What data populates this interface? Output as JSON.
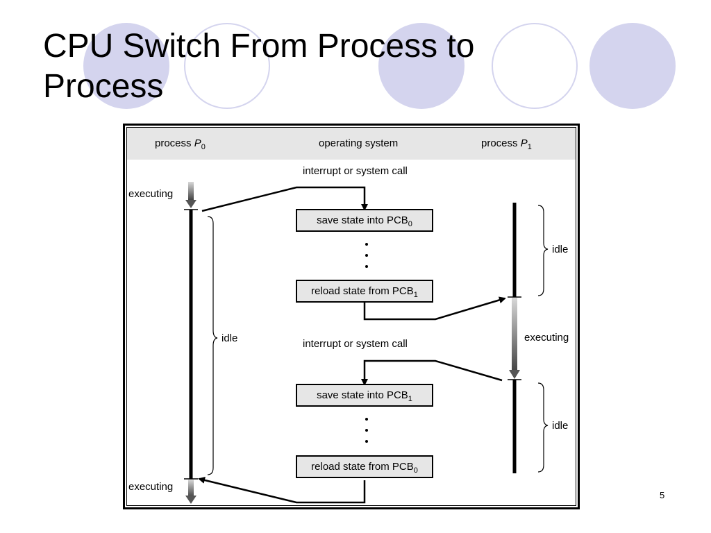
{
  "slide": {
    "title": "CPU Switch From Process to Process",
    "page_number": "5"
  },
  "diagram": {
    "columns": {
      "p0_prefix": "process ",
      "p0_name": "P",
      "p0_sub": "0",
      "os": "operating system",
      "p1_prefix": "process ",
      "p1_name": "P",
      "p1_sub": "1"
    },
    "interrupt_label_1": "interrupt or system call",
    "interrupt_label_2": "interrupt or system call",
    "executing_p0_top": "executing",
    "executing_p0_bottom": "executing",
    "executing_p1": "executing",
    "idle_p0": "idle",
    "idle_p1_top": "idle",
    "idle_p1_bottom": "idle",
    "boxes": [
      {
        "text": "save state into PCB",
        "sub": "0"
      },
      {
        "text": "reload state from PCB",
        "sub": "1"
      },
      {
        "text": "save state into PCB",
        "sub": "1"
      },
      {
        "text": "reload state from PCB",
        "sub": "0"
      }
    ]
  },
  "colors": {
    "background_circle": "#d4d4ee",
    "header_band": "#e6e6e6",
    "box_fill": "#e6e6e6"
  }
}
